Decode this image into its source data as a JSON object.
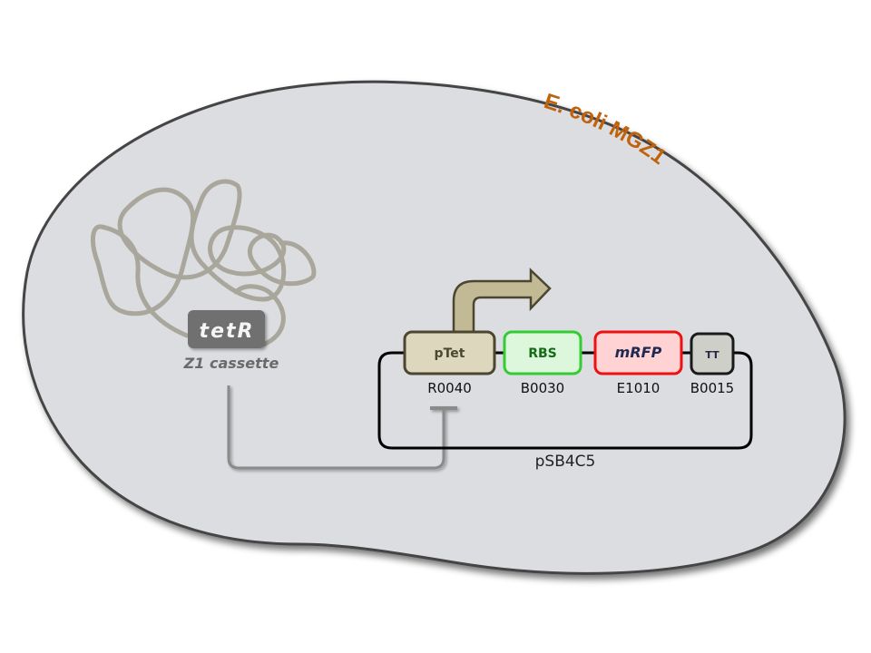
{
  "cell": {
    "label": "E. coli MGZ1",
    "label_color": "#c0620c",
    "fill_color": "#dcdde0",
    "outline_color": "#444444"
  },
  "chromosome": {
    "gene_label": "tetR",
    "gene_box_color": "#6f6f6f",
    "cassette_label": "Z1 cassette",
    "dna_color": "#a9a69c"
  },
  "plasmid": {
    "name": "pSB4C5",
    "parts": [
      {
        "label": "pTet",
        "id": "R0040",
        "fill": "#ddd7bd",
        "stroke": "#4b4630",
        "text_color": "#4b4630",
        "italic": false
      },
      {
        "label": "RBS",
        "id": "B0030",
        "fill": "#dcf7dc",
        "stroke": "#33cc33",
        "text_color": "#176b17",
        "italic": false
      },
      {
        "label": "mRFP",
        "id": "E1010",
        "fill": "#ffd3d3",
        "stroke": "#ee1111",
        "text_color": "#1f2a50",
        "italic": true
      },
      {
        "label": "TT",
        "id": "B0015",
        "fill": "#cfcfca",
        "stroke": "#1a1a1a",
        "text_color": "#2a2540",
        "italic": false
      }
    ]
  },
  "promoter_arrow": {
    "color": "#c2b995",
    "stroke": "#4b4630"
  },
  "repression": {
    "from": "tetR",
    "to": "pTet",
    "color": "#8a8a8a"
  }
}
